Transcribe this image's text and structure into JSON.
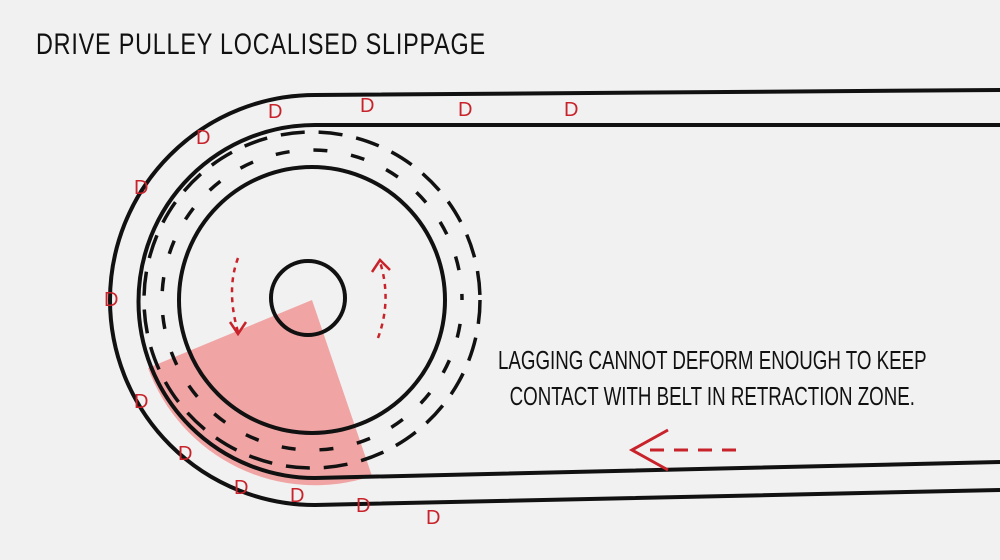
{
  "title": "DRIVE PULLEY LOCALISED SLIPPAGE",
  "annotation": {
    "line1": "LAGGING CANNOT DEFORM ENOUGH TO KEEP",
    "line2": "CONTACT WITH BELT IN RETRACTION ZONE."
  },
  "belt_marker": "D",
  "colors": {
    "ink": "#111111",
    "accent": "#c8232a",
    "zone": "#f08080"
  }
}
